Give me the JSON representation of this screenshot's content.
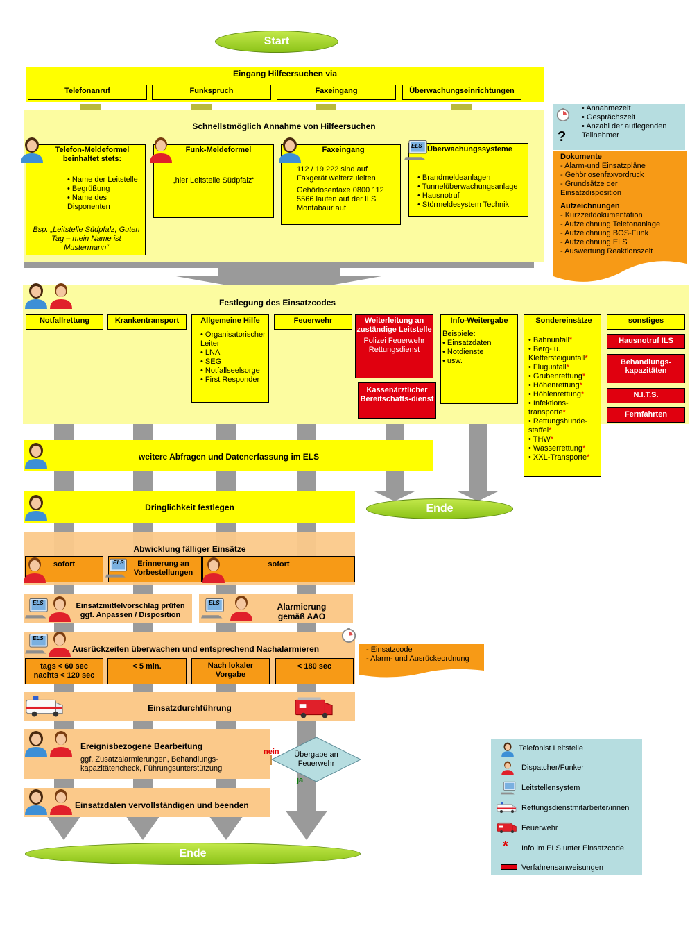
{
  "start": "Start",
  "eingang": {
    "title": "Eingang Hilfeersuchen via",
    "items": [
      "Telefonanruf",
      "Funkspruch",
      "Faxeingang",
      "Überwachungseinrichtungen"
    ]
  },
  "annahme": {
    "title": "Schnellstmöglich Annahme von Hilfeersuchen",
    "telefon": {
      "title": "Telefon-Meldeformel beinhaltet stets:",
      "items": [
        "Name der Leitstelle",
        "Begrüßung",
        "Name des Disponenten"
      ],
      "example": "Bsp. „Leitstelle Südpfalz, Guten Tag – mein Name ist Mustermann“"
    },
    "funk": {
      "title": "Funk-Meldeformel",
      "text": "„hier Leitstelle Südpfalz“"
    },
    "fax": {
      "title": "Faxeingang",
      "line1": " 112 / 19 222 sind auf Faxgerät weiterzuleiten",
      "line2": " Gehörlosenfaxe 0800 112 5566 laufen auf der ILS Montabaur auf"
    },
    "ueberwachung": {
      "title": "Überwachungssysteme",
      "items": [
        "Brandmeldeanlagen",
        "Tunnelüberwachungsanlage",
        "Hausnotruf",
        "Störmeldesystem Technik"
      ]
    }
  },
  "side_info": {
    "items": [
      "Annahmezeit",
      "Gesprächszeit",
      "Anzahl der auflegenden Teilnehmer"
    ],
    "question_mark": "?",
    "dokumente_title": "Dokumente",
    "dokumente": [
      "- Alarm-und Einsatzpläne",
      "- Gehörlosenfaxvordruck",
      "- Grundsätze der Einsatzdisposition"
    ],
    "aufzeichnungen_title": "Aufzeichnungen",
    "aufzeichnungen": [
      "- Kurzzeitdokumentation",
      "- Aufzeichnung Telefonanlage",
      "- Aufzeichnung BOS-Funk",
      "- Aufzeichnung ELS",
      "- Auswertung Reaktionszeit"
    ]
  },
  "festlegung": {
    "title": "Festlegung des Einsatzcodes",
    "notfall": "Notfallrettung",
    "kranken": "Krankentransport",
    "allgemein_title": "Allgemeine Hilfe",
    "allgemein_items": [
      "Organisatorischer Leiter",
      "LNA",
      "SEG",
      "Notfallseelsorge",
      "First Responder"
    ],
    "feuerwehr": "Feuerwehr",
    "weiterleitung_title": "Weiterleitung an zuständige Leitstelle",
    "weiterleitung_sub": "Polizei Feuerwehr Rettungsdienst",
    "kv": "Kassenärztlicher Bereitschafts-dienst",
    "info_title": "Info-Weitergabe",
    "info_sub": "Beispiele:",
    "info_items": [
      "Einsatzdaten",
      "Notdienste",
      "usw."
    ],
    "sonder_title": "Sondereinsätze",
    "sonder_items": [
      "Bahnunfall",
      "Berg- u. Klettersteigunfall",
      "Flugunfall",
      "Grubenrettung",
      "Höhenrettung",
      "Höhlenrettung",
      "Infektions-transporte",
      "Rettungshunde-staffel",
      "THW",
      "Wasserrettung",
      "XXL-Transporte"
    ],
    "sonstiges_title": "sonstiges",
    "sonstiges_items": [
      "Hausnotruf ILS",
      "Behandlungs-kapazitäten",
      "N.I.T.S.",
      "Fernfahrten"
    ]
  },
  "weitere": "weitere Abfragen und Datenerfassung im ELS",
  "ende_right": "Ende",
  "dringlichkeit": "Dringlichkeit festlegen",
  "abwicklung": {
    "title": "Abwicklung fälliger Einsätze",
    "sofort1": "sofort",
    "erinnerung": "Erinnerung an Vorbestellungen",
    "sofort2": "sofort"
  },
  "vorschlag": "Einsatzmittelvorschlag prüfen ggf. Anpassen / Disposition",
  "alarmierung": "Alarmierung gemäß AAO",
  "ausrueck": "Ausrückzeiten überwachen und entsprechend Nachalarmieren",
  "times": [
    "tags < 60 sec nachts < 120 sec",
    "< 5 min.",
    "Nach lokaler Vorgabe",
    "< 180 sec"
  ],
  "einsatzcode_note": [
    "- Einsatzcode",
    "- Alarm- und Ausrückeordnung"
  ],
  "durchfuehrung": "Einsatzdurchführung",
  "ereignis": {
    "title": "Ereignisbezogene Bearbeitung",
    "text": "ggf. Zusatzalarmierungen, Behandlungs-kapazitätencheck, Führungsunterstützung"
  },
  "uebergabe": {
    "text": "Übergabe an Feuerwehr",
    "nein": "nein",
    "ja": "ja"
  },
  "vervollstaendigen": "Einsatzdaten vervollständigen und beenden",
  "ende_bottom": "Ende",
  "els_label": "ELS",
  "legend": {
    "items": [
      "Telefonist Leitstelle",
      "Dispatcher/Funker",
      "Leitstellensystem",
      "Rettungsdienstmitarbeiter/innen",
      "Feuerwehr",
      "Info im ELS unter Einsatzcode",
      "Verfahrensanweisungen"
    ]
  },
  "colors": {
    "yellow": "#ffff00",
    "pale_yellow": "#fcfca0",
    "orange": "#f79a16",
    "light_orange": "#fbc98a",
    "red": "#e0000f",
    "green": "#8cc318",
    "gray": "#9a9a9a",
    "legend_bg": "#b6dde0"
  }
}
